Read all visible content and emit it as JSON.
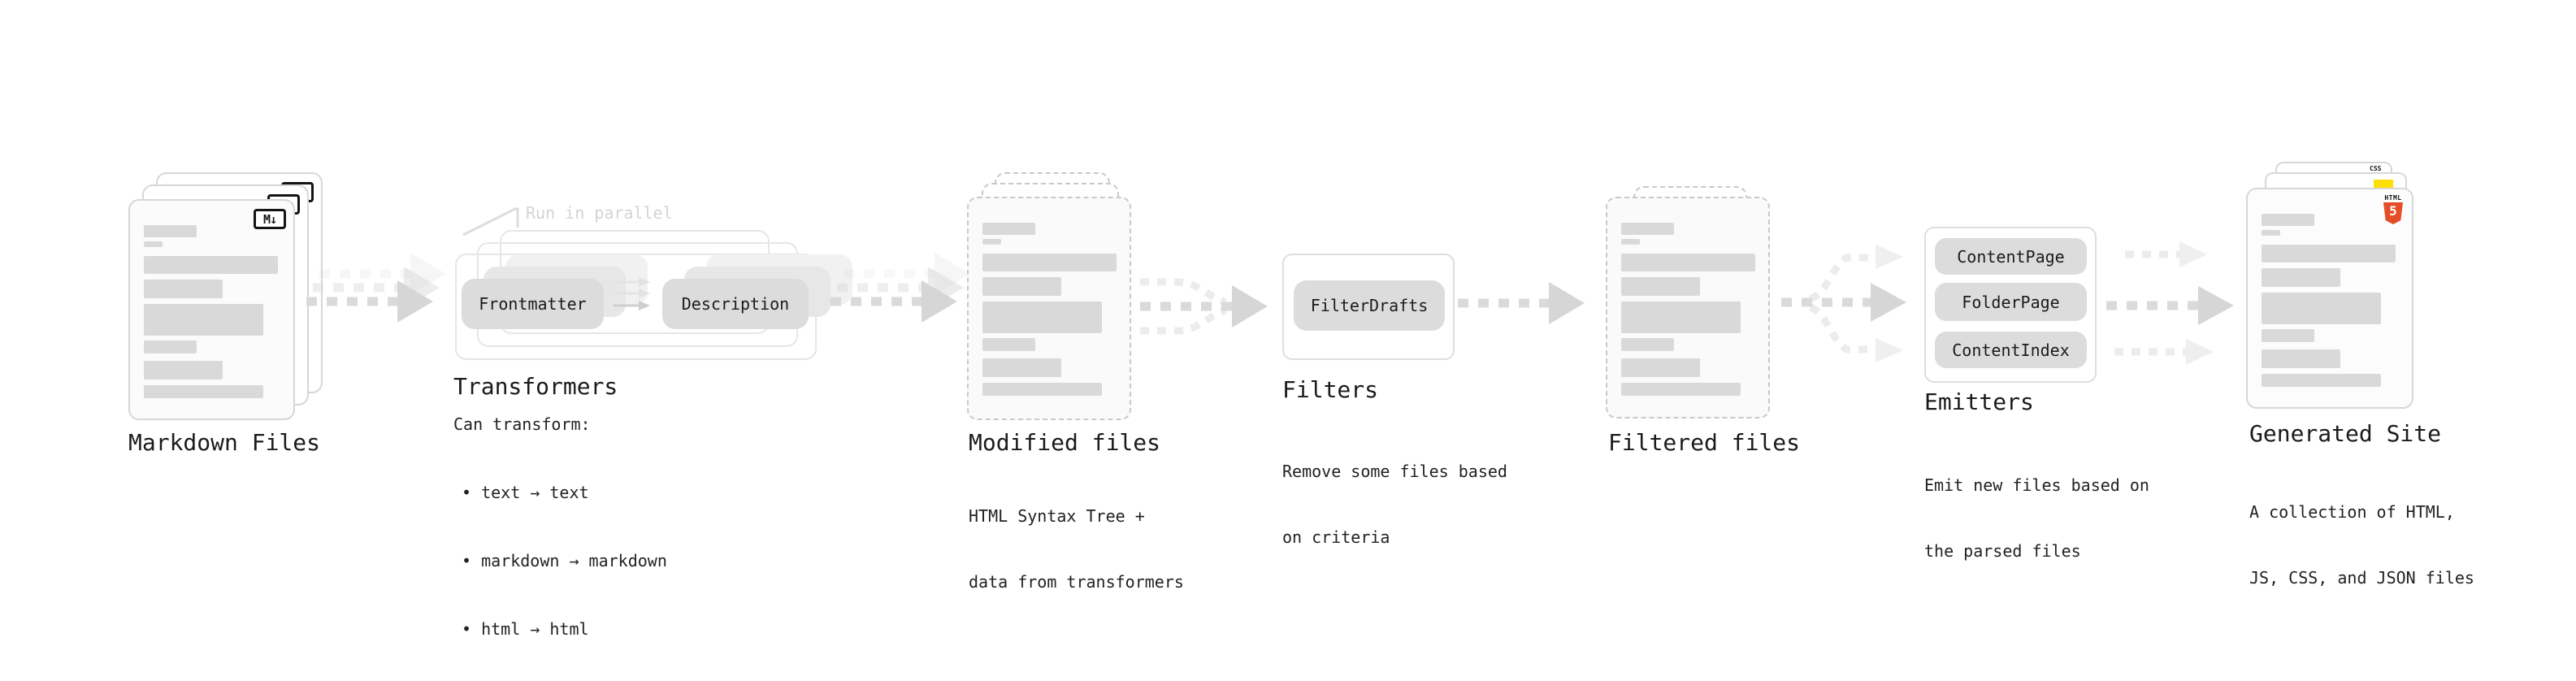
{
  "stages": {
    "markdown": {
      "label": "Markdown Files",
      "icon": "M↓"
    },
    "transformers": {
      "label": "Transformers",
      "annotation": "Run in parallel",
      "box_a": "Frontmatter",
      "box_b": "Description",
      "desc_title": "Can transform:",
      "bullets": [
        "• text → text",
        "• markdown → markdown",
        "• html → html"
      ]
    },
    "modified": {
      "label": "Modified files",
      "desc": [
        "HTML Syntax Tree +",
        "data from transformers"
      ]
    },
    "filters": {
      "label": "Filters",
      "box": "FilterDrafts",
      "desc": [
        "Remove some files based",
        "on criteria"
      ]
    },
    "filtered": {
      "label": "Filtered files"
    },
    "emitters": {
      "label": "Emitters",
      "boxes": [
        "ContentPage",
        "FolderPage",
        "ContentIndex"
      ],
      "desc": [
        "Emit new files based on",
        "the parsed files"
      ]
    },
    "generated": {
      "label": "Generated Site",
      "desc": [
        "A collection of HTML,",
        "JS, CSS, and JSON files"
      ],
      "badges": {
        "html": "HTML",
        "html_number": "5",
        "css": "CSS"
      }
    }
  },
  "colors": {
    "html5_orange": "#e44d26",
    "js_yellow": "#ffdf00",
    "css_blue": "#2f6fed",
    "skeleton_gray": "#d9d9d9",
    "arrow_gray": "#dadada"
  }
}
